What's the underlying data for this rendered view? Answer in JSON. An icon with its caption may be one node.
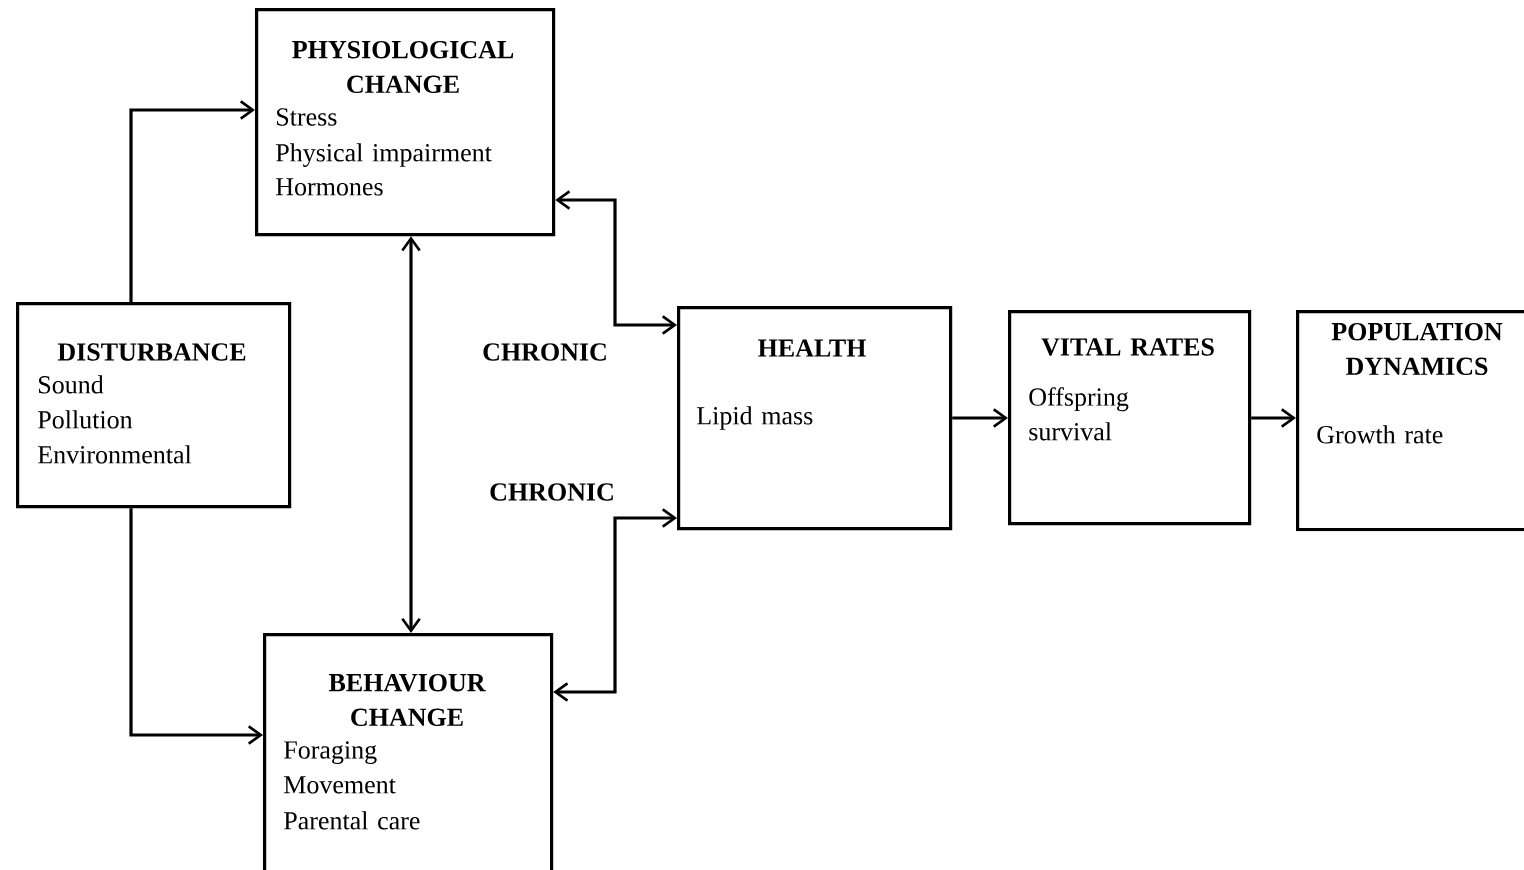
{
  "diagram": {
    "nodes": [
      {
        "text": [
          "DISTURBANCE",
          "Sound",
          "Pollution",
          "Environmental"
        ]
      },
      {
        "text": [
          "PHYSIOLOGICAL CHANGE",
          "Stress",
          "Physical impairment",
          "Hormones"
        ]
      },
      {
        "text": [
          "BEHAVIOUR CHANGE",
          "Foraging",
          "Movement",
          "Parental care"
        ]
      },
      {
        "text": [
          "HEALTH",
          "Lipid mass"
        ]
      },
      {
        "text": [
          "VITAL RATES",
          "Offspring survival"
        ]
      },
      {
        "text": [
          "POPULATION DYNAMICS",
          "Growth rate"
        ]
      }
    ],
    "edges": [
      {
        "from": 0,
        "to": 1,
        "arrow": "to"
      },
      {
        "from": 0,
        "to": 2,
        "arrow": "to"
      },
      {
        "from": 1,
        "to": 2,
        "arrow": "both"
      },
      {
        "from": 1,
        "to": 3,
        "arrow": "both",
        "label": "CHRONIC"
      },
      {
        "from": 2,
        "to": 3,
        "arrow": "both",
        "label": "CHRONIC"
      },
      {
        "from": 3,
        "to": 4,
        "arrow": "to"
      },
      {
        "from": 4,
        "to": 5,
        "arrow": "to"
      }
    ]
  }
}
